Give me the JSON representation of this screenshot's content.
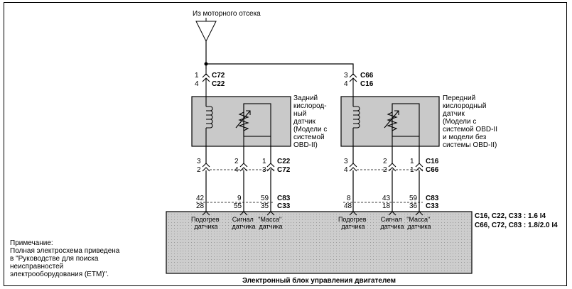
{
  "source_label": "Из моторного отсека",
  "top_connectors": {
    "rear": {
      "pin_upper": "1",
      "conn_upper": "C72",
      "pin_lower": "4",
      "conn_lower": "C22"
    },
    "front": {
      "pin_upper": "3",
      "conn_upper": "C66",
      "pin_lower": "4",
      "conn_lower": "C16"
    }
  },
  "sensors": {
    "rear": {
      "lines": [
        "Задний",
        "кислород-",
        "ный",
        "датчик",
        "(Модели с",
        "системой",
        "OBD-II)"
      ]
    },
    "front": {
      "lines": [
        "Передний",
        "кислородный",
        "датчик",
        "(Модели с",
        "системой OBD-II",
        "и модели без",
        "системы OBD-II)"
      ]
    }
  },
  "mid_connectors": {
    "rear": {
      "col1": [
        "3",
        "2"
      ],
      "col2": [
        "2",
        "4"
      ],
      "col3": [
        "1",
        "3"
      ],
      "conn_upper": "C22",
      "conn_lower": "C72"
    },
    "front": {
      "col1": [
        "3",
        "4"
      ],
      "col2": [
        "2",
        "2"
      ],
      "col3": [
        "1",
        "1"
      ],
      "conn_upper": "C16",
      "conn_lower": "C66"
    }
  },
  "ecu_pins": {
    "rear": {
      "col1": [
        "42",
        "28"
      ],
      "col2": [
        "9",
        "55"
      ],
      "col3": [
        "59",
        "35"
      ],
      "conn_upper": "C83",
      "conn_lower": "C33"
    },
    "front": {
      "col1": [
        "8",
        "48"
      ],
      "col2": [
        "43",
        "18"
      ],
      "col3": [
        "59",
        "36"
      ],
      "conn_upper": "C83",
      "conn_lower": "C33"
    }
  },
  "pin_functions": {
    "heater": [
      "Подогрев",
      "датчика"
    ],
    "signal": [
      "Сигнал",
      "датчика"
    ],
    "ground": [
      "\"Масса\"",
      "датчика"
    ]
  },
  "legend": [
    "C16, C22, C33 : 1.6 I4",
    "C66, C72, C83 : 1.8/2.0 I4"
  ],
  "note": {
    "title": "Примечание:",
    "lines": [
      "Полная электросхема приведена",
      "в \"Руководстве для поиска",
      "неисправностей",
      "электрооборудования (ETM)\"."
    ]
  },
  "ecu_label": "Электронный блок управления двигателем",
  "colors": {
    "box_fill": "#c9c9c9",
    "line": "#000000",
    "background": "#ffffff"
  }
}
